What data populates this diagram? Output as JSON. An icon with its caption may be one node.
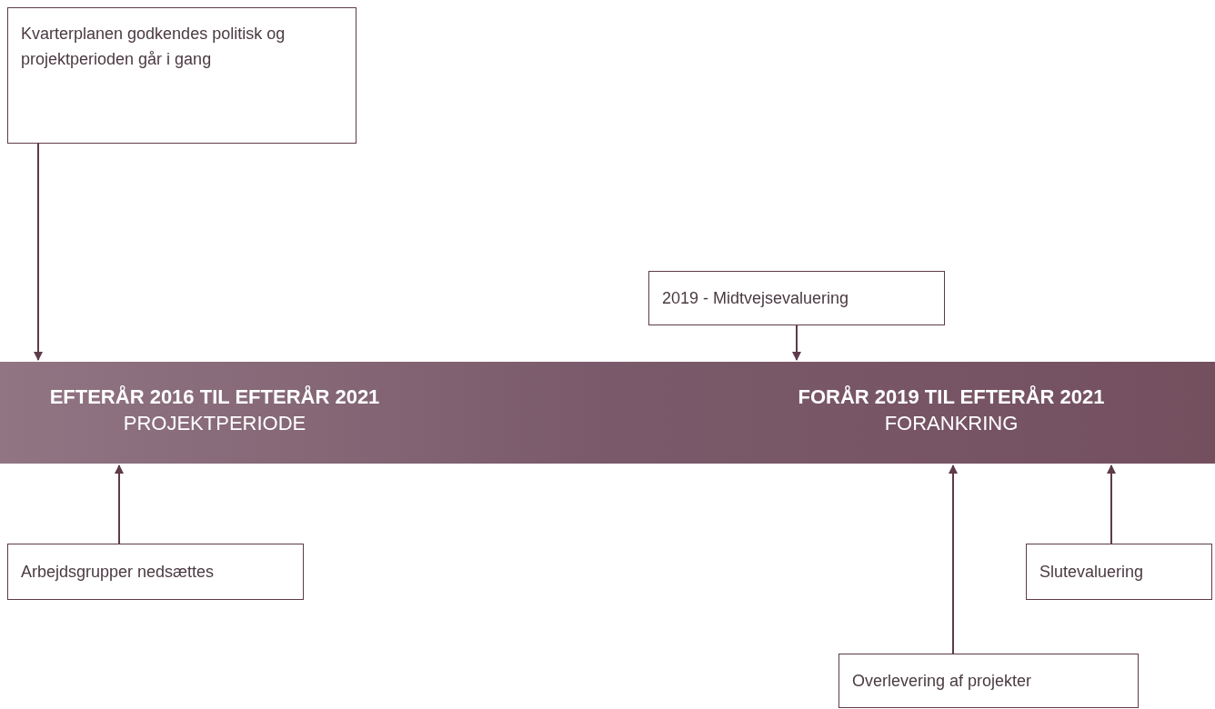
{
  "diagram": {
    "nodes": [
      {
        "text": [
          "Kvarterplanen godkendes politisk og projektperioden går i gang"
        ]
      },
      {
        "text": [
          "2019 - Midtvejsevaluering"
        ]
      },
      {
        "text": [
          "EFTERÅR 2016 TIL EFTERÅR 2021",
          "PROJEKTPERIODE",
          "FORÅR 2019 TIL EFTERÅR 2021",
          "FORANKRING"
        ]
      },
      {
        "text": [
          "Arbejdsgrupper nedsættes"
        ]
      },
      {
        "text": [
          "Overlevering af projekter"
        ]
      },
      {
        "text": [
          "Slutevaluering"
        ]
      }
    ],
    "edges": [
      {
        "from": 0,
        "to": 2,
        "arrow": "to"
      },
      {
        "from": 1,
        "to": 2,
        "arrow": "to"
      },
      {
        "from": 3,
        "to": 2,
        "arrow": "to"
      },
      {
        "from": 4,
        "to": 2,
        "arrow": "to"
      },
      {
        "from": 5,
        "to": 2,
        "arrow": "to"
      }
    ]
  }
}
